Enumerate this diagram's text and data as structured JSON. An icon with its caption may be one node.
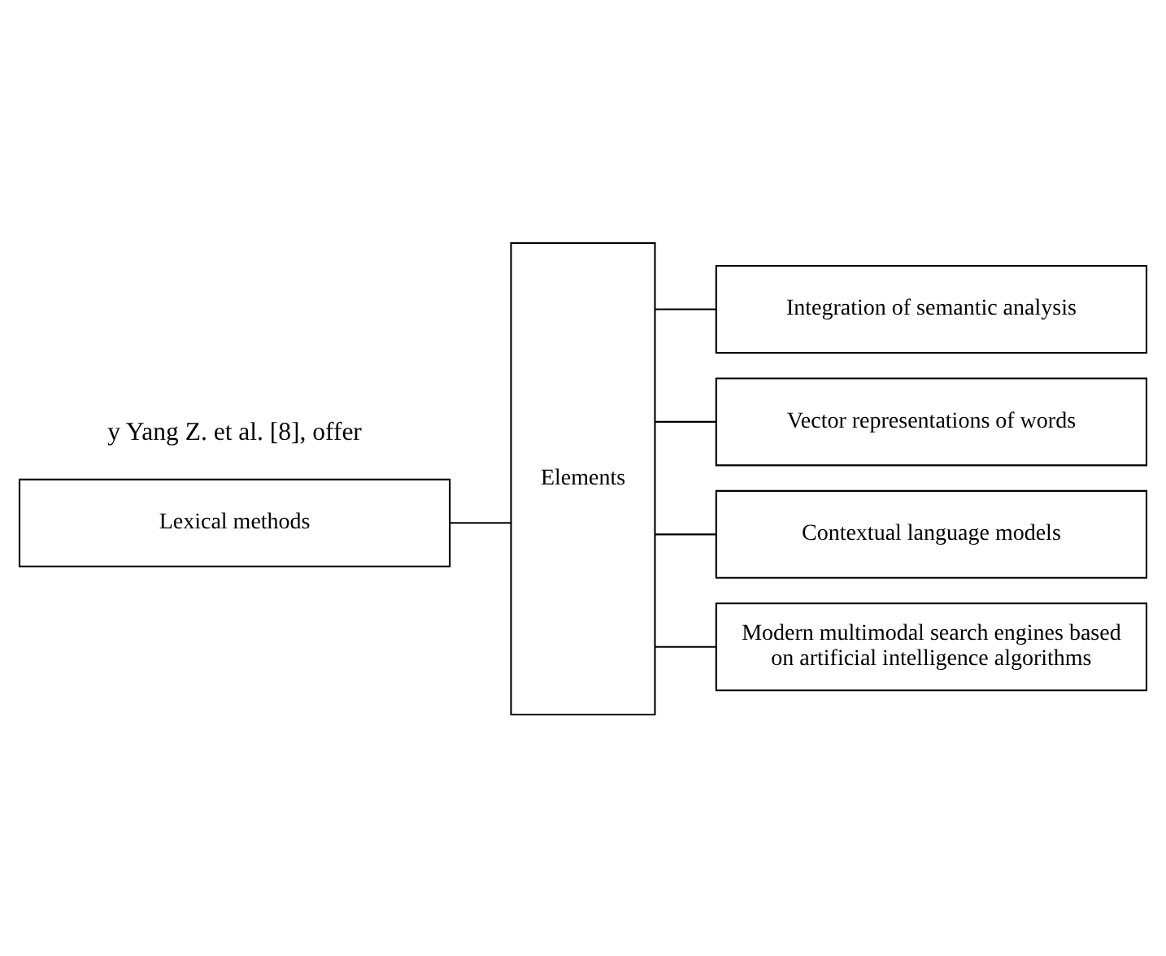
{
  "diagram": {
    "nodes": [
      {
        "text": [
          "Elements"
        ]
      },
      {
        "text": [
          "Lexical methods"
        ]
      },
      {
        "text": [
          "Integration of semantic analysis"
        ]
      },
      {
        "text": [
          "Vector representations of words"
        ]
      },
      {
        "text": [
          "Contextual language models"
        ]
      },
      {
        "text": [
          "Modern multimodal search engines based on artificial intelligence algorithms"
        ]
      }
    ],
    "edges": [
      {
        "from": 0,
        "to": 1,
        "arrow": "none"
      },
      {
        "from": 0,
        "to": 2,
        "arrow": "none"
      },
      {
        "from": 0,
        "to": 3,
        "arrow": "none"
      },
      {
        "from": 0,
        "to": 4,
        "arrow": "none"
      },
      {
        "from": 0,
        "to": 5,
        "arrow": "none"
      }
    ],
    "labels": [
      "y Yang Z. et al. [8], offer"
    ]
  }
}
